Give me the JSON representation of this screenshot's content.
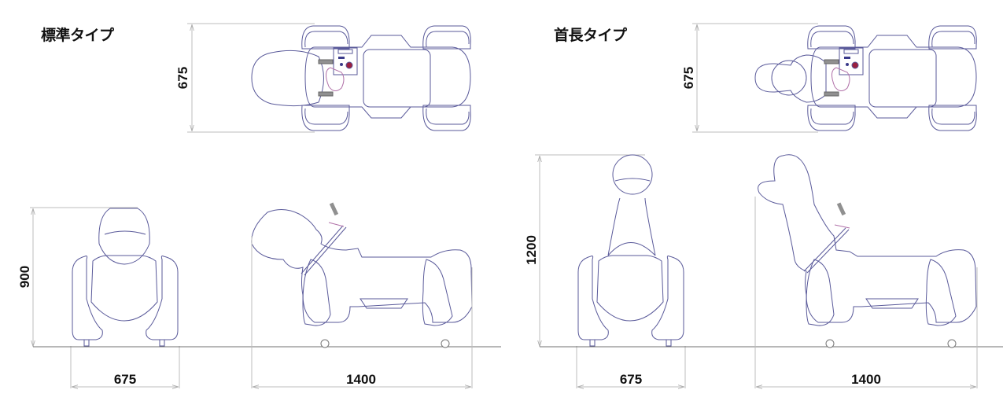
{
  "standard_type": {
    "title": "標準タイプ",
    "top_view": {
      "width_label": "675"
    },
    "front_view": {
      "height_label": "900",
      "width_label": "675"
    },
    "side_view": {
      "length_label": "1400"
    }
  },
  "long_neck_type": {
    "title": "首長タイプ",
    "top_view": {
      "width_label": "675"
    },
    "front_view": {
      "height_label": "1200",
      "width_label": "675"
    },
    "side_view": {
      "length_label": "1400"
    }
  },
  "colors": {
    "outline": "#5a5a9a",
    "dimension_line": "#bdbdbd",
    "ground_line": "#707070",
    "button_red": "#9a2040",
    "grip_gray": "#808080",
    "accent_pink": "#b070a8"
  }
}
